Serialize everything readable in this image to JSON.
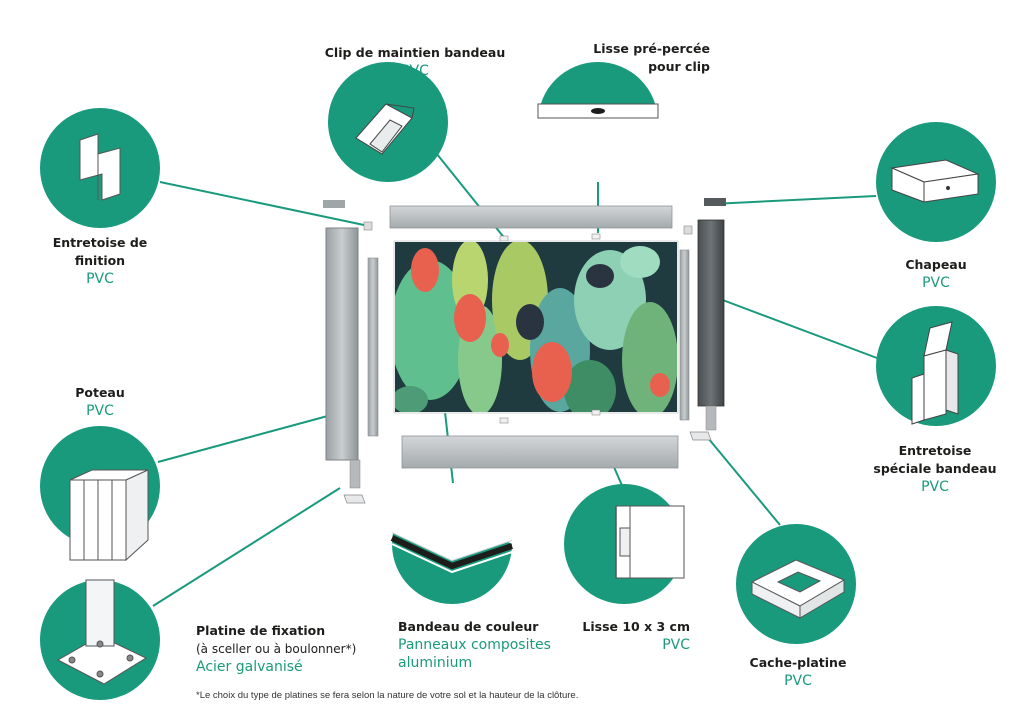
{
  "colors": {
    "circle": "#1a9a7d",
    "material_text": "#1a9a7d",
    "connector": "#1a9a7d",
    "title_text": "#1d1d1b"
  },
  "components": {
    "entretoise_finition": {
      "title_lines": [
        "Entretoise de",
        "finition"
      ],
      "material": "PVC",
      "icon": "corner-spacer-icon"
    },
    "clip_maintien": {
      "title": "Clip de maintien bandeau",
      "material": "PVC",
      "icon": "clip-icon"
    },
    "lisse_percee": {
      "title_lines": [
        "Lisse pré-percée",
        "pour clip"
      ],
      "icon": "drilled-rail-icon"
    },
    "chapeau": {
      "title": "Chapeau",
      "material": "PVC",
      "icon": "post-cap-icon"
    },
    "entretoise_speciale": {
      "title_lines": [
        "Entretoise",
        "spéciale bandeau"
      ],
      "material": "PVC",
      "icon": "panel-spacer-icon"
    },
    "poteau": {
      "title": "Poteau",
      "material": "PVC",
      "icon": "post-profile-icon"
    },
    "platine": {
      "title": "Platine de fixation",
      "subtitle": "(à sceller ou à boulonner*)",
      "material": "Acier galvanisé",
      "icon": "base-plate-icon"
    },
    "bandeau": {
      "title": "Bandeau de couleur",
      "material_lines": [
        "Panneaux composites",
        "aluminium"
      ],
      "icon": "composite-panel-icon"
    },
    "lisse": {
      "title": "Lisse 10 x 3 cm",
      "material": "PVC",
      "icon": "rail-section-icon"
    },
    "cache_platine": {
      "title": "Cache-platine",
      "material": "PVC",
      "icon": "plate-cover-icon"
    }
  },
  "footnote": "*Le choix du type de platines se fera selon la nature de votre sol et la hauteur de la clôture."
}
